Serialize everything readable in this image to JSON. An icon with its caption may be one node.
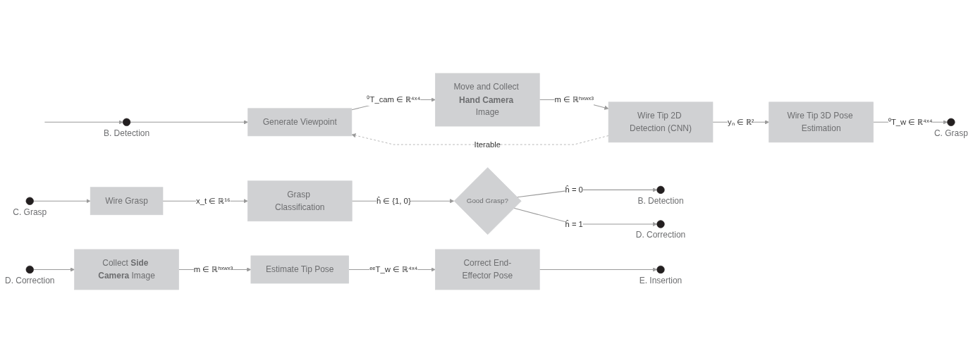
{
  "diagram": {
    "nodes": [
      {
        "text": [],
        "shape": "circle",
        "beside": [
          "B. Detection"
        ]
      },
      {
        "text": [
          "Generate Viewpoint"
        ]
      },
      {
        "text": [
          "Move and Collect **Hand Camera** Image"
        ]
      },
      {
        "text": [
          "Wire Tip 2D Detection (CNN)"
        ]
      },
      {
        "text": [
          "Wire Tip 3D Pose Estimation"
        ]
      },
      {
        "text": [],
        "shape": "circle",
        "beside": [
          "C. Grasp"
        ]
      },
      {
        "text": [],
        "shape": "circle",
        "beside": [
          "C. Grasp"
        ]
      },
      {
        "text": [
          "Wire Grasp"
        ]
      },
      {
        "text": [
          "Grasp Classification"
        ]
      },
      {
        "text": [
          "Good Grasp?"
        ]
      },
      {
        "text": [],
        "shape": "circle",
        "beside": [
          "B. Detection"
        ]
      },
      {
        "text": [],
        "shape": "circle",
        "beside": [
          "D. Correction"
        ]
      },
      {
        "text": [],
        "shape": "circle",
        "beside": [
          "D. Correction"
        ]
      },
      {
        "text": [
          "Collect **Side Camera** Image"
        ]
      },
      {
        "text": [
          "Estimate Tip Pose"
        ]
      },
      {
        "text": [
          "Correct End-Effector Pose"
        ]
      },
      {
        "text": [],
        "shape": "circle",
        "beside": [
          "E. Insertion"
        ]
      }
    ],
    "edges": [
      {
        "from": null,
        "to": 0,
        "arrow": "to"
      },
      {
        "from": 0,
        "to": 1,
        "arrow": "to"
      },
      {
        "from": 1,
        "to": 2,
        "arrow": "to",
        "label": "⁰T_cam ∈ ℝ⁴ˣ⁴"
      },
      {
        "from": 2,
        "to": 3,
        "arrow": "to",
        "label": "m ∈ ℝʰˣʷˣ³"
      },
      {
        "from": 3,
        "to": 4,
        "arrow": "to",
        "label": "yₙ ∈ ℝ²"
      },
      {
        "from": 3,
        "to": 1,
        "arrow": "to",
        "label": "Iterable",
        "style": "dashed"
      },
      {
        "from": 4,
        "to": 5,
        "arrow": "to",
        "label": "⁰T_w ∈ ℝ⁴ˣ⁴"
      },
      {
        "from": 6,
        "to": 7,
        "arrow": "to"
      },
      {
        "from": 7,
        "to": 8,
        "arrow": "to",
        "label": "x_t ∈ ℝ¹⁶"
      },
      {
        "from": 8,
        "to": 9,
        "arrow": "to",
        "label": "ĥ ∈ {1, 0}"
      },
      {
        "from": 9,
        "to": 10,
        "arrow": "to",
        "label": "ĥ = 0"
      },
      {
        "from": 9,
        "to": 11,
        "arrow": "to",
        "label": "ĥ = 1"
      },
      {
        "from": 12,
        "to": 13,
        "arrow": "to"
      },
      {
        "from": 13,
        "to": 14,
        "arrow": "to",
        "label": "m ∈ ℝʰˣʷˣ³"
      },
      {
        "from": 14,
        "to": 15,
        "arrow": "to",
        "label": "ᵉᵉT_w ∈ ℝ⁴ˣ⁴"
      },
      {
        "from": 15,
        "to": 16,
        "arrow": "to"
      }
    ]
  }
}
